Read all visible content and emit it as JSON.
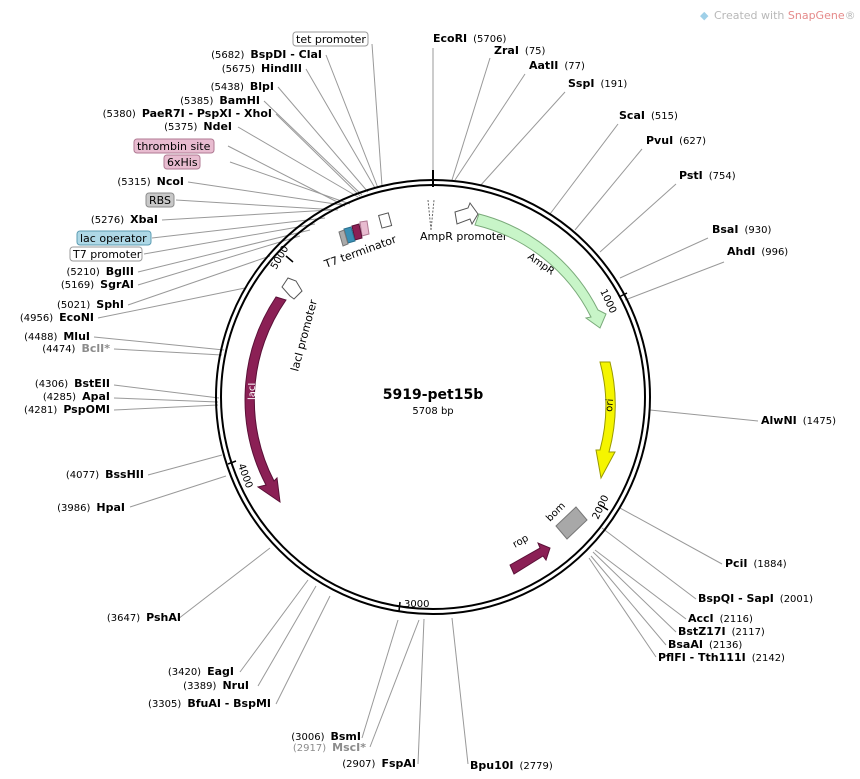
{
  "credit": {
    "prefix": "Created with ",
    "brand": "SnapGene",
    "suffix": "®"
  },
  "plasmid": {
    "name": "5919-pet15b",
    "length_text": "5708 bp"
  },
  "ticks": [
    "1000",
    "2000",
    "3000",
    "4000",
    "5000"
  ],
  "features": {
    "ampr_promoter": "AmpR promoter",
    "ampr": "AmpR",
    "ori": "ori",
    "bom": "bom",
    "rop": "rop",
    "laci": "lacI",
    "laci_promoter": "lacI promoter",
    "t7_terminator": "T7 terminator"
  },
  "annotation_boxes": [
    {
      "text": "tet promoter",
      "fill": "#ffffff",
      "stroke": "#999999"
    },
    {
      "text": "thrombin site",
      "fill": "#e8bcd0",
      "stroke": "#b07a93"
    },
    {
      "text": "6xHis",
      "fill": "#e8bcd0",
      "stroke": "#b07a93"
    },
    {
      "text": "RBS",
      "fill": "#c8c8c8",
      "stroke": "#8c8c8c"
    },
    {
      "text": "lac operator",
      "fill": "#aed8e6",
      "stroke": "#5c9db3"
    },
    {
      "text": "T7 promoter",
      "fill": "#ffffff",
      "stroke": "#999999"
    }
  ],
  "sites": [
    {
      "name": "EcoRI",
      "pos": "(5706)"
    },
    {
      "name": "ZraI",
      "pos": "(75)"
    },
    {
      "name": "AatII",
      "pos": "(77)"
    },
    {
      "name": "SspI",
      "pos": "(191)"
    },
    {
      "name": "ScaI",
      "pos": "(515)"
    },
    {
      "name": "PvuI",
      "pos": "(627)"
    },
    {
      "name": "PstI",
      "pos": "(754)"
    },
    {
      "name": "BsaI",
      "pos": "(930)"
    },
    {
      "name": "AhdI",
      "pos": "(996)"
    },
    {
      "name": "AlwNI",
      "pos": "(1475)"
    },
    {
      "name": "PciI",
      "pos": "(1884)"
    },
    {
      "name": "BspQI - SapI",
      "pos": "(2001)"
    },
    {
      "name": "AccI",
      "pos": "(2116)"
    },
    {
      "name": "BstZ17I",
      "pos": "(2117)"
    },
    {
      "name": "BsaAI",
      "pos": "(2136)"
    },
    {
      "name": "PflFI - Tth111I",
      "pos": "(2142)"
    },
    {
      "name": "Bpu10I",
      "pos": "(2779)"
    },
    {
      "name": "FspAI",
      "pos": "(2907)"
    },
    {
      "name": "MscI*",
      "pos": "(2917)"
    },
    {
      "name": "BsmI",
      "pos": "(3006)"
    },
    {
      "name": "BfuAI - BspMI",
      "pos": "(3305)"
    },
    {
      "name": "NruI",
      "pos": "(3389)"
    },
    {
      "name": "EagI",
      "pos": "(3420)"
    },
    {
      "name": "PshAI",
      "pos": "(3647)"
    },
    {
      "name": "HpaI",
      "pos": "(3986)"
    },
    {
      "name": "BssHII",
      "pos": "(4077)"
    },
    {
      "name": "PspOMI",
      "pos": "(4281)"
    },
    {
      "name": "ApaI",
      "pos": "(4285)"
    },
    {
      "name": "BstEII",
      "pos": "(4306)"
    },
    {
      "name": "BclI*",
      "pos": "(4474)"
    },
    {
      "name": "MluI",
      "pos": "(4488)"
    },
    {
      "name": "EcoNI",
      "pos": "(4956)"
    },
    {
      "name": "SphI",
      "pos": "(5021)"
    },
    {
      "name": "SgrAI",
      "pos": "(5169)"
    },
    {
      "name": "BglII",
      "pos": "(5210)"
    },
    {
      "name": "XbaI",
      "pos": "(5276)"
    },
    {
      "name": "NcoI",
      "pos": "(5315)"
    },
    {
      "name": "NdeI",
      "pos": "(5375)"
    },
    {
      "name": "PaeR7I - PspXI - XhoI",
      "pos": "(5380)"
    },
    {
      "name": "BamHI",
      "pos": "(5385)"
    },
    {
      "name": "BlpI",
      "pos": "(5438)"
    },
    {
      "name": "HindIII",
      "pos": "(5675)"
    },
    {
      "name": "BspDI - ClaI",
      "pos": "(5682)"
    }
  ]
}
